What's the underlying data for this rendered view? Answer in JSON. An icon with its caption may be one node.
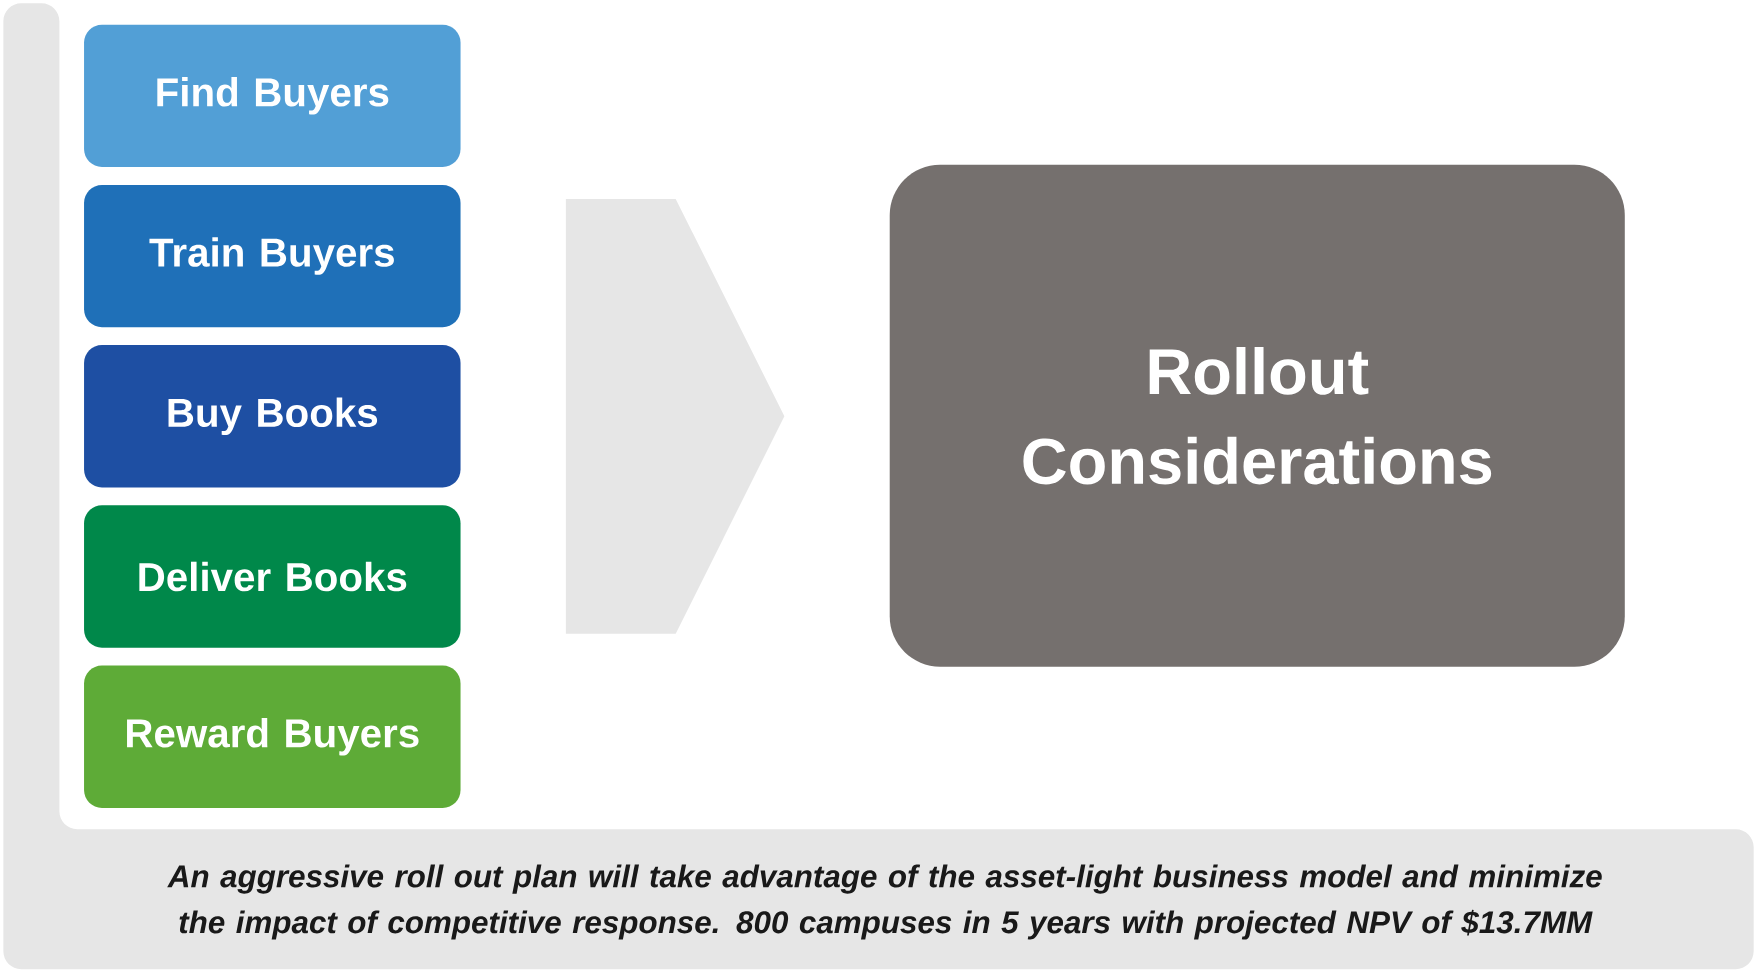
{
  "diagram": {
    "caption": "An aggressive roll out plan will take advantage of the asset-light business model and minimize the impact of competitive response.  800 campuses in 5 years with projected NPV of $13.7MM",
    "nodes": [
      {
        "text": [
          "Find Buyers"
        ]
      },
      {
        "text": [
          "Train Buyers"
        ]
      },
      {
        "text": [
          "Buy Books"
        ]
      },
      {
        "text": [
          "Deliver Books"
        ]
      },
      {
        "text": [
          "Reward Buyers"
        ]
      },
      {
        "text": [
          "Rollout Considerations"
        ]
      }
    ],
    "edges": [
      {
        "from": 0,
        "to": 5,
        "arrow": "to"
      },
      {
        "from": 1,
        "to": 5,
        "arrow": "to"
      },
      {
        "from": 2,
        "to": 5,
        "arrow": "to"
      },
      {
        "from": 3,
        "to": 5,
        "arrow": "to"
      },
      {
        "from": 4,
        "to": 5,
        "arrow": "to"
      }
    ]
  }
}
